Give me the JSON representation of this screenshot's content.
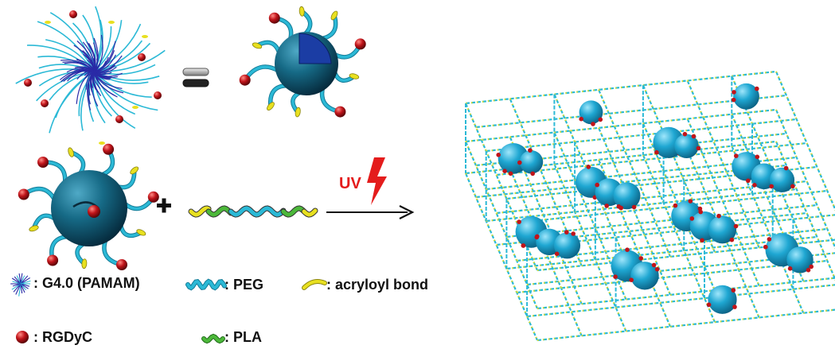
{
  "reaction": {
    "uv_label": "UV"
  },
  "legend": {
    "items": [
      {
        "key": "dendrimer",
        "label": ": G4.0 (PAMAM)"
      },
      {
        "key": "peg",
        "label": ": PEG"
      },
      {
        "key": "acryloyl",
        "label": ": acryloyl bond"
      },
      {
        "key": "rgd",
        "label": ": RGDyC"
      },
      {
        "key": "pla",
        "label": ": PLA"
      }
    ]
  },
  "colors": {
    "sphere": "#0e4f66",
    "sphere_light": "#1fb0d8",
    "peg": "#2bb9d6",
    "peg_dark": "#137a96",
    "acryloyl": "#e8e020",
    "rgd": "#c0141a",
    "pla": "#4cb83a",
    "dendrimer": "#2a2aa6",
    "uv": "#e41c1c",
    "network_sphere": "#1aa6d3"
  },
  "icons": {
    "equals": "equals-icon",
    "plus": "plus-icon",
    "arrow": "reaction-arrow-icon",
    "lightning": "lightning-icon"
  }
}
